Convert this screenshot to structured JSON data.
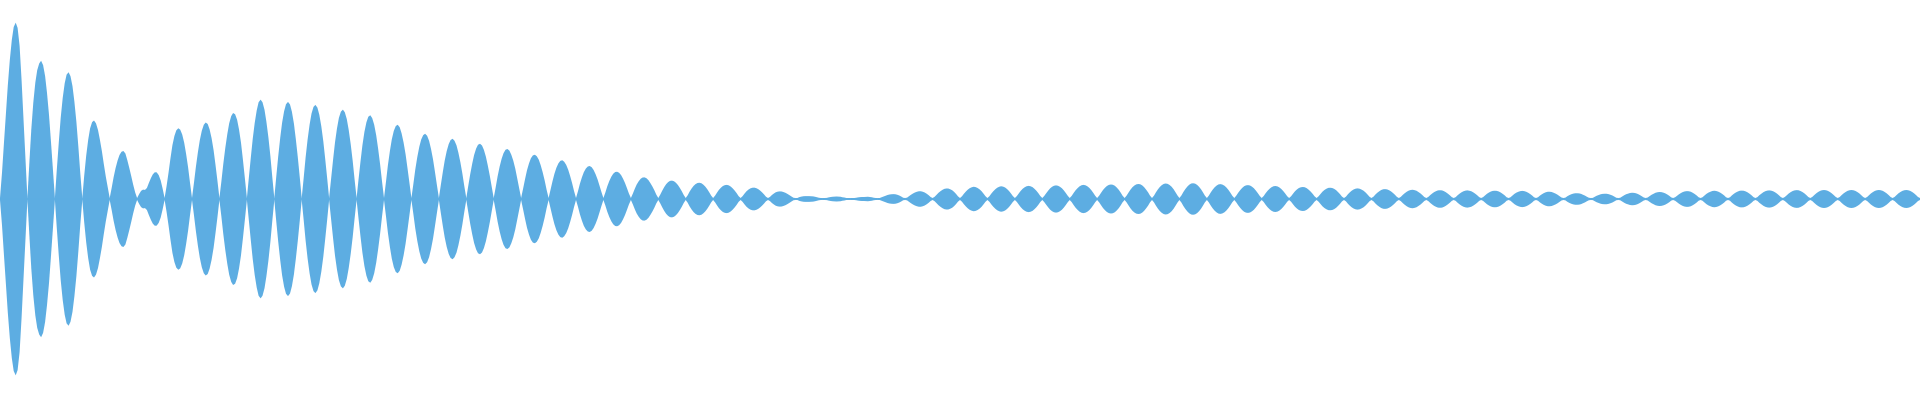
{
  "waveform": {
    "color": "#5dade2",
    "background": "#ffffff",
    "duration_fraction_note": "",
    "envelope": [
      {
        "t": 0.0,
        "a": 0.55
      },
      {
        "t": 0.01,
        "a": 0.99
      },
      {
        "t": 0.02,
        "a": 0.7
      },
      {
        "t": 0.04,
        "a": 0.62
      },
      {
        "t": 0.055,
        "a": 0.26
      },
      {
        "t": 0.065,
        "a": 0.24
      },
      {
        "t": 0.076,
        "a": 0.05
      },
      {
        "t": 0.09,
        "a": 0.35
      },
      {
        "t": 0.115,
        "a": 0.4
      },
      {
        "t": 0.135,
        "a": 0.5
      },
      {
        "t": 0.16,
        "a": 0.48
      },
      {
        "t": 0.19,
        "a": 0.43
      },
      {
        "t": 0.22,
        "a": 0.33
      },
      {
        "t": 0.26,
        "a": 0.26
      },
      {
        "t": 0.3,
        "a": 0.18
      },
      {
        "t": 0.34,
        "a": 0.1
      },
      {
        "t": 0.38,
        "a": 0.07
      },
      {
        "t": 0.4,
        "a": 0.05
      },
      {
        "t": 0.42,
        "a": 0.015
      },
      {
        "t": 0.45,
        "a": 0.01
      },
      {
        "t": 0.47,
        "a": 0.03
      },
      {
        "t": 0.5,
        "a": 0.06
      },
      {
        "t": 0.56,
        "a": 0.07
      },
      {
        "t": 0.62,
        "a": 0.08
      },
      {
        "t": 0.68,
        "a": 0.06
      },
      {
        "t": 0.74,
        "a": 0.045
      },
      {
        "t": 0.8,
        "a": 0.04
      },
      {
        "t": 0.83,
        "a": 0.025
      },
      {
        "t": 0.88,
        "a": 0.04
      },
      {
        "t": 0.94,
        "a": 0.045
      },
      {
        "t": 1.0,
        "a": 0.045
      }
    ],
    "lobes_per_width": 70
  }
}
